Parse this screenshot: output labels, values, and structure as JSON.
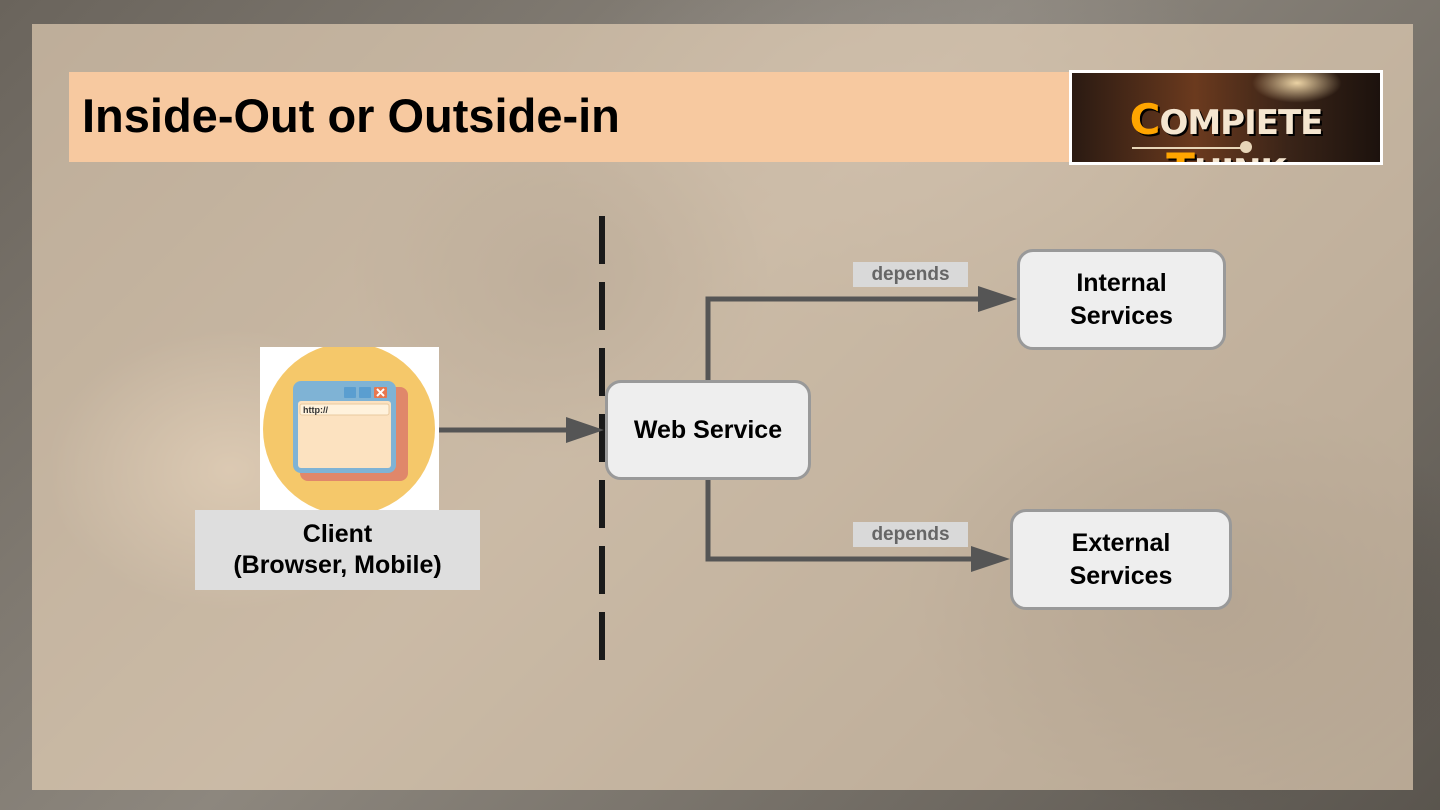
{
  "slide": {
    "title": "Inside-Out or Outside-in"
  },
  "logo": {
    "first_letter": "C",
    "rest_word_one": "OMPIETE",
    "second_letter": "T",
    "rest_word_two": "HINK"
  },
  "client": {
    "icon": "browser-window-icon",
    "url_text": "http://",
    "label_line1": "Client",
    "label_line2": "(Browser, Mobile)"
  },
  "nodes": {
    "web_service": "Web Service",
    "internal_line1": "Internal",
    "internal_line2": "Services",
    "external_line1": "External",
    "external_line2": "Services"
  },
  "edges": {
    "internal_label": "depends",
    "external_label": "depends"
  },
  "colors": {
    "title_bar": "#f7c9a0",
    "node_fill": "#eeeeee",
    "node_border": "#999999",
    "arrow": "#555555",
    "icon_circle": "#f5c86a",
    "logo_accent": "#ffa500"
  }
}
